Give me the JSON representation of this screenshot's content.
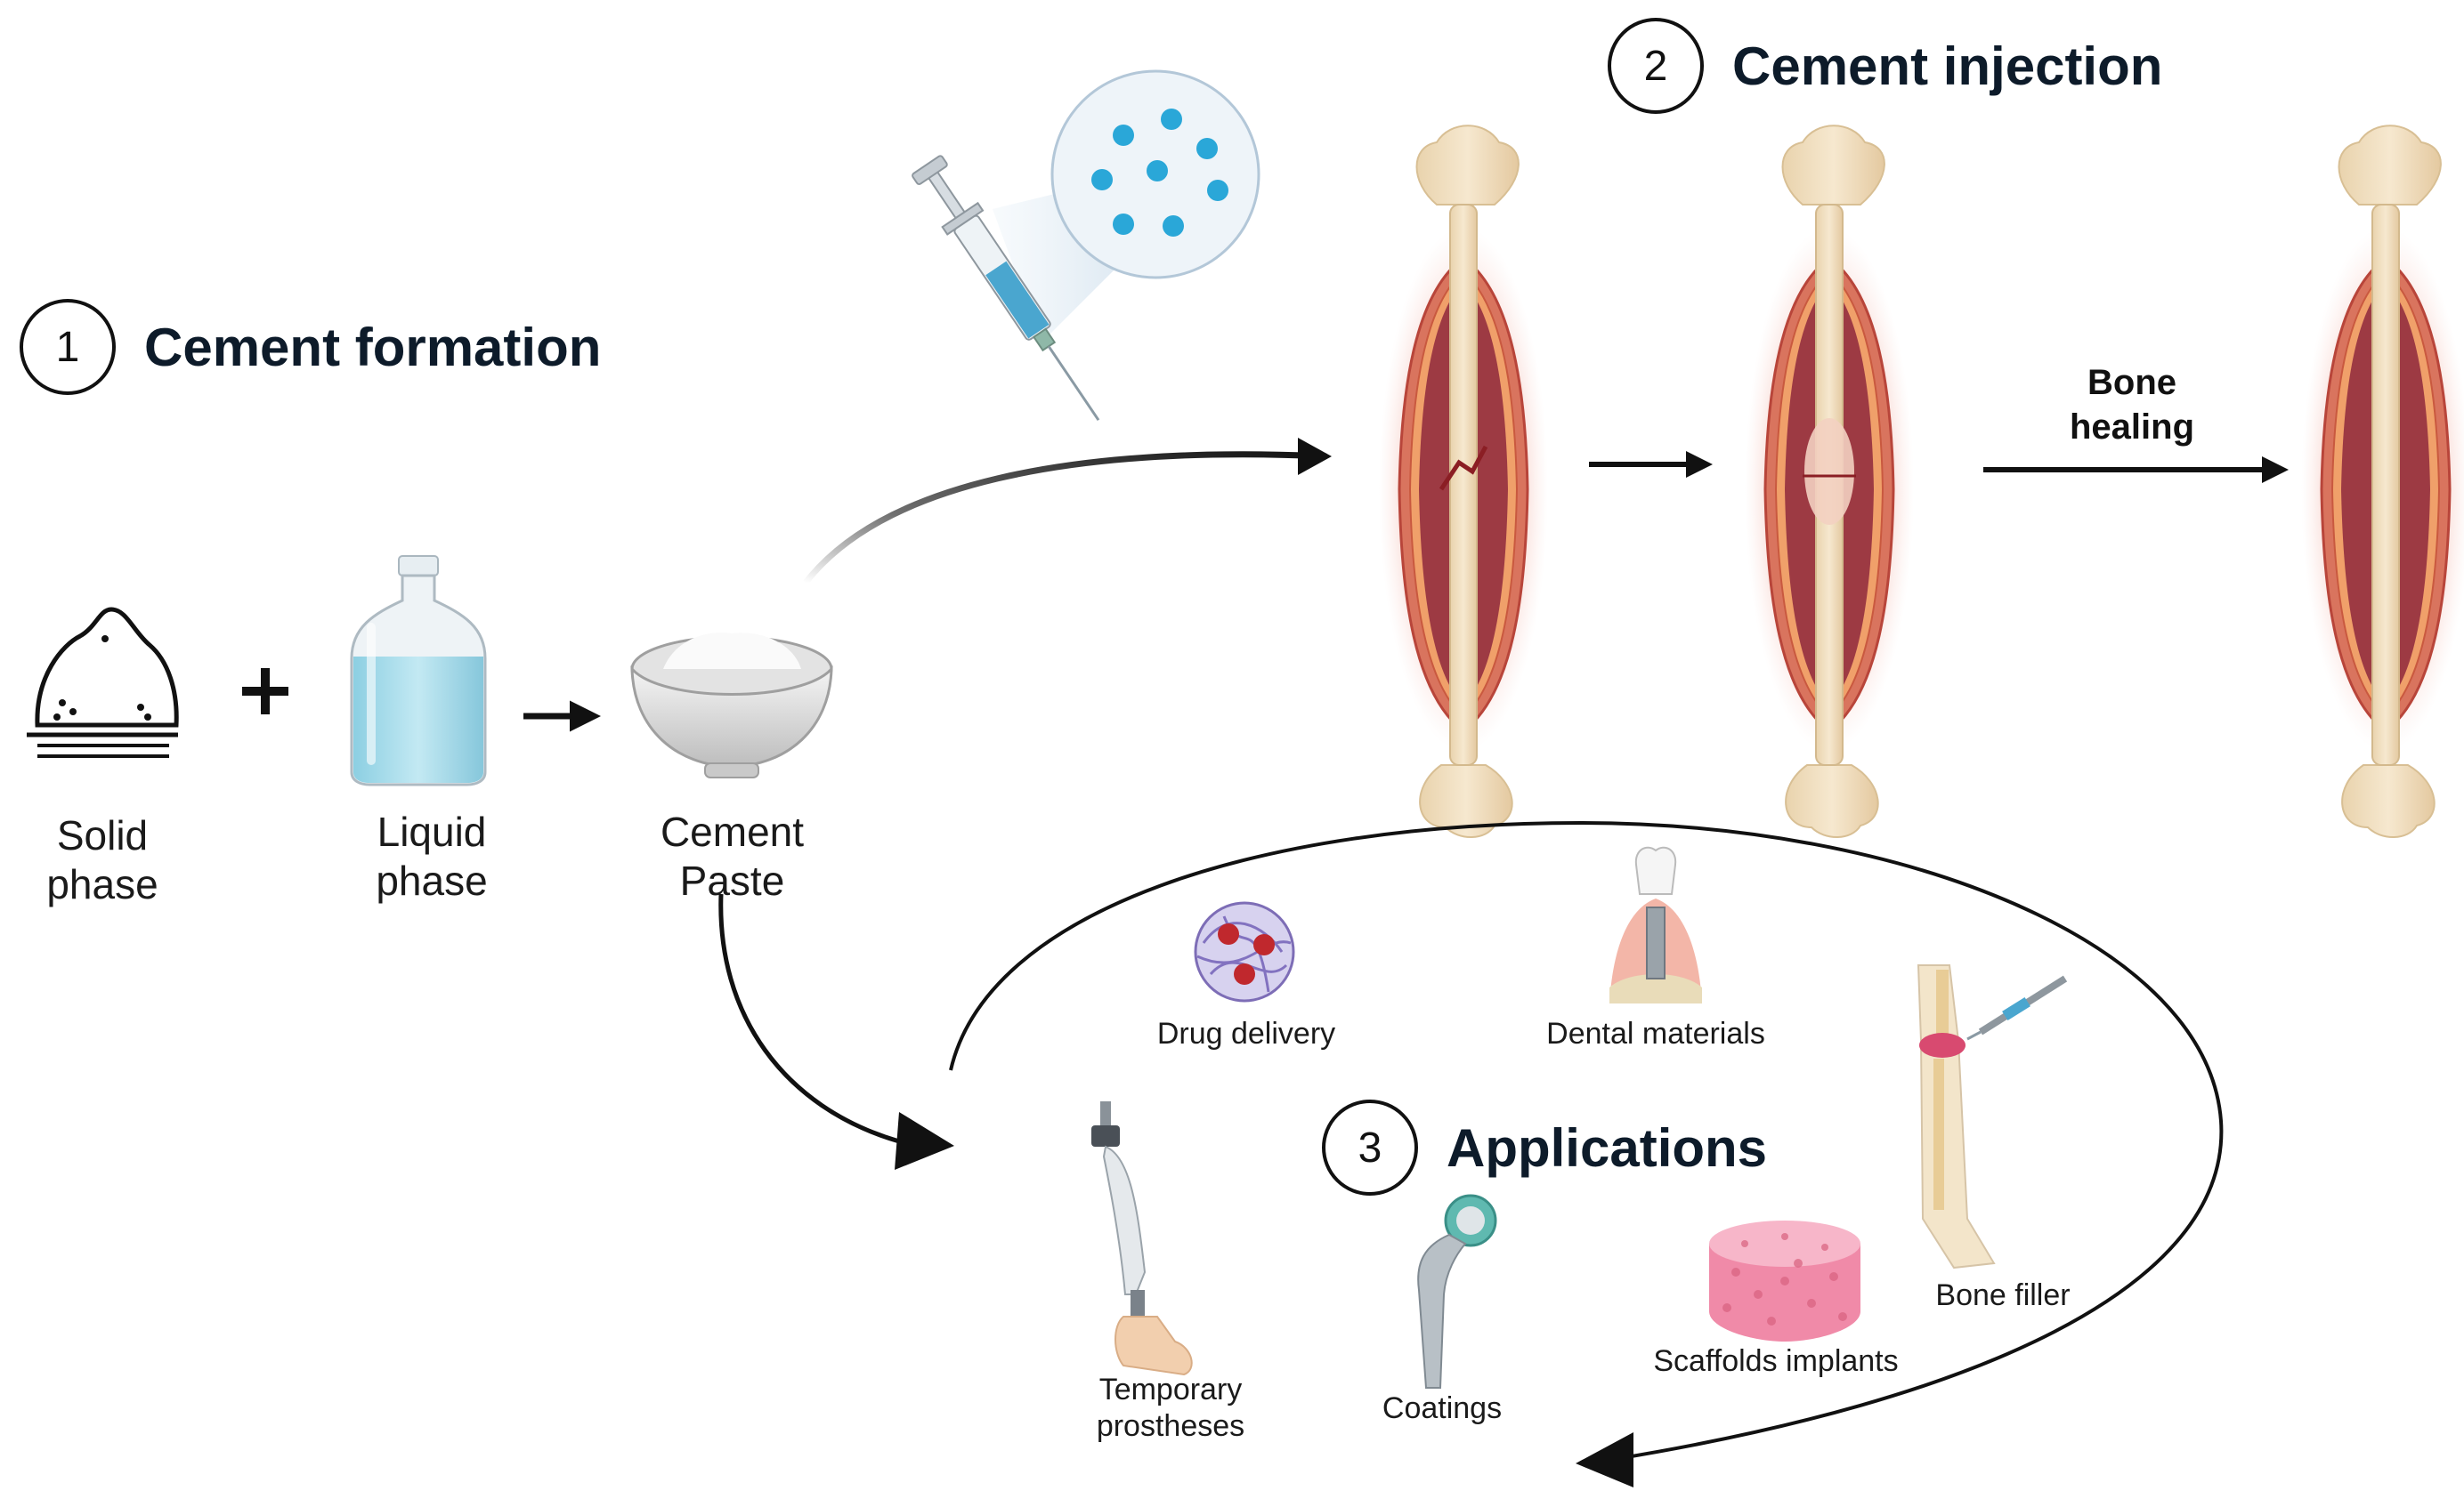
{
  "steps": [
    {
      "number": "1",
      "title": "Cement formation"
    },
    {
      "number": "2",
      "title": "Cement injection"
    },
    {
      "number": "3",
      "title": "Applications"
    }
  ],
  "formation": {
    "plus": "+",
    "solid": [
      "Solid",
      "phase"
    ],
    "liquid": [
      "Liquid",
      "phase"
    ],
    "paste": [
      "Cement",
      "Paste"
    ]
  },
  "injection": {
    "healing": [
      "Bone",
      "healing"
    ]
  },
  "applications": {
    "drug_delivery": "Drug delivery",
    "dental": "Dental materials",
    "bone_filler": "Bone filler",
    "prostheses": [
      "Temporary",
      "prostheses"
    ],
    "coatings": "Coatings",
    "scaffolds": "Scaffolds implants"
  },
  "colors": {
    "bone": "#f1dfbf",
    "flesh": "#c0565a",
    "tissue_glow": "#f6c9c2",
    "liquid": "#a9dcea",
    "particle": "#2aa7d8",
    "scaffold": "#f49ab4",
    "ink": "#111111"
  }
}
